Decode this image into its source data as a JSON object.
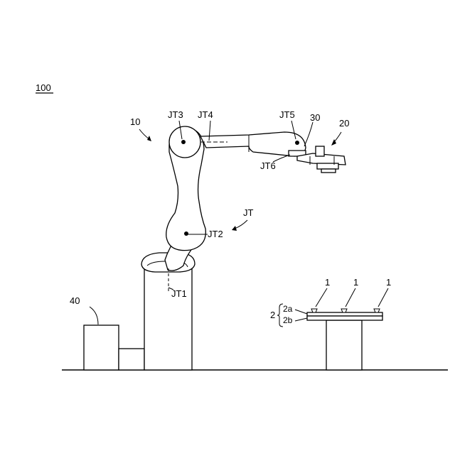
{
  "labels": {
    "system": "100",
    "robot": "10",
    "gripper": "20",
    "hand_part": "30",
    "controller": "40",
    "joints": "JT",
    "jt1": "JT1",
    "jt2": "JT2",
    "jt3": "JT3",
    "jt4": "JT4",
    "jt5": "JT5",
    "jt6": "JT6",
    "workpiece": "1",
    "board": "2",
    "board_upper": "2a",
    "board_lower": "2b"
  }
}
